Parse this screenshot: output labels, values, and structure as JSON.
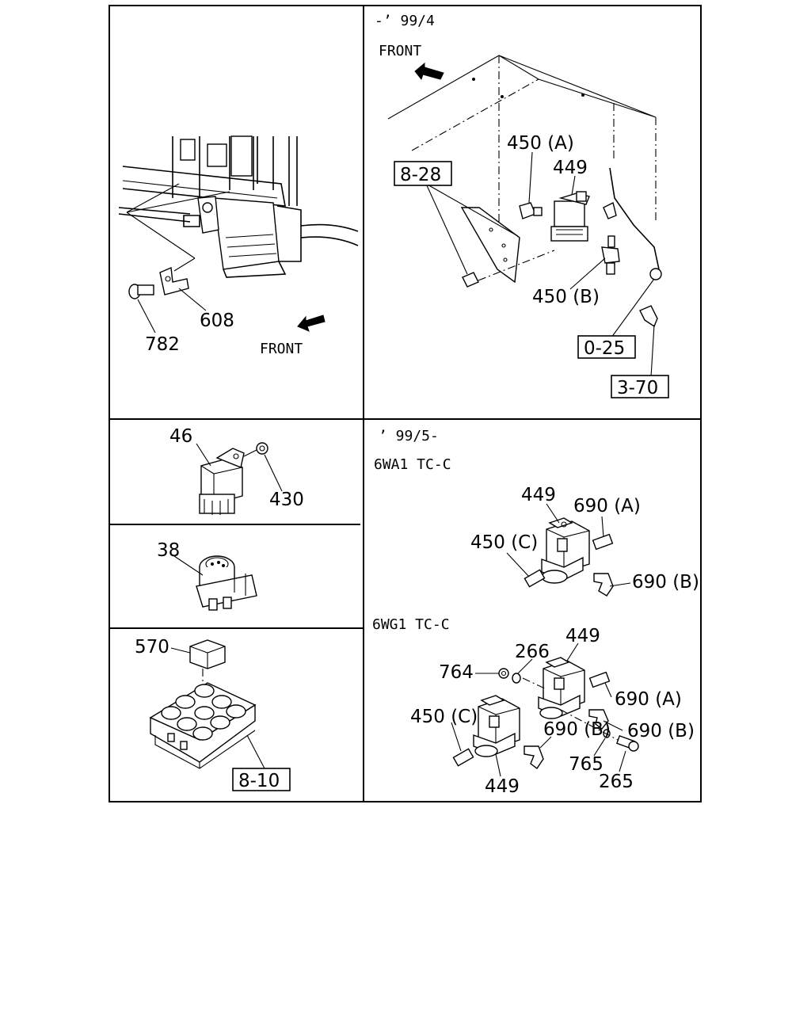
{
  "panels": {
    "top_left": {
      "callouts": [
        "608",
        "782"
      ],
      "front_label": "FRONT"
    },
    "top_right": {
      "period": "-’ 99/4",
      "front_label": "FRONT",
      "callouts": [
        "450 (A)",
        "449",
        "450 (B)"
      ],
      "ref_boxes": [
        "8-28",
        "0-25",
        "3-70"
      ]
    },
    "relay": {
      "callouts": [
        "46",
        "430"
      ]
    },
    "buzzer": {
      "callouts": [
        "38"
      ]
    },
    "relay_box": {
      "callouts": [
        "570"
      ],
      "ref_boxes": [
        "8-10"
      ]
    },
    "bottom_right": {
      "period": "’ 99/5-",
      "variant_a": {
        "model": "6WA1  TC-C",
        "callouts": [
          "449",
          "690 (A)",
          "450 (C)",
          "690 (B)"
        ]
      },
      "variant_b": {
        "model": "6WG1  TC-C",
        "callouts": [
          "449",
          "266",
          "764",
          "690 (A)",
          "450 (C)",
          "690 (B)",
          "690 (B)",
          "765",
          "265",
          "449"
        ]
      }
    }
  }
}
